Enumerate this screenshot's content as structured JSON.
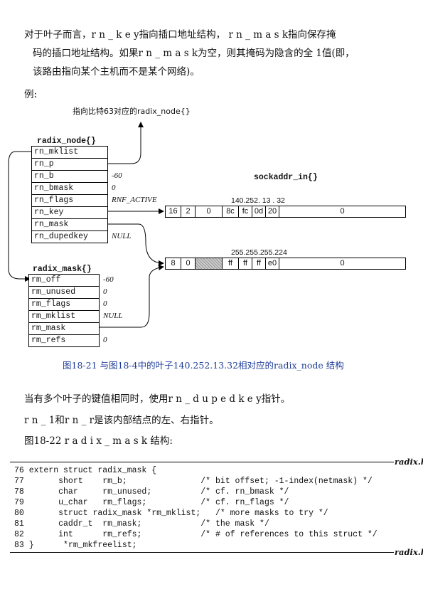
{
  "intro": {
    "line1": "对于叶子而言，r n _ k e y指向插口地址结构， r n _ m a s k指向保存掩",
    "line2": "码的插口地址结构。如果r n _ m a s k为空，则其掩码为隐含的全 1值(即，",
    "line3": "该路由指向某个主机而不是某个网络)。",
    "example": "例:"
  },
  "figure": {
    "top_note": "指向比特63对应的radix_node{}",
    "radix_node": {
      "title": "radix_node{}",
      "rows": [
        {
          "name": "rn_mklist",
          "value": ""
        },
        {
          "name": "rn_p",
          "value": ""
        },
        {
          "name": "rn_b",
          "value": "-60"
        },
        {
          "name": "rn_bmask",
          "value": "0"
        },
        {
          "name": "rn_flags",
          "value": "RNF_ACTIVE"
        },
        {
          "name": "rn_key",
          "value": ""
        },
        {
          "name": "rn_mask",
          "value": ""
        },
        {
          "name": "rn_dupedkey",
          "value": "NULL"
        }
      ]
    },
    "radix_mask": {
      "title": "radix_mask{}",
      "rows": [
        {
          "name": "rm_off",
          "value": "-60"
        },
        {
          "name": "rm_unused",
          "value": "0"
        },
        {
          "name": "rm_flags",
          "value": "0"
        },
        {
          "name": "rm_mklist",
          "value": "NULL"
        },
        {
          "name": "rm_mask",
          "value": ""
        },
        {
          "name": "rm_refs",
          "value": "0"
        }
      ]
    },
    "sockaddr": {
      "title": "sockaddr_in{}",
      "addr_label": "140.252. 13 . 32",
      "cells": [
        "16",
        "2",
        "0",
        "8c",
        "fc",
        "0d",
        "20",
        "0"
      ]
    },
    "mask": {
      "addr_label": "255.255.255.224",
      "cells": [
        "8",
        "0",
        "",
        "ff",
        "ff",
        "ff",
        "e0",
        "0"
      ]
    },
    "caption": "图18-21   与图18-4中的叶子140.252.13.32相对应的radix_node  结构"
  },
  "after": {
    "line1": "当有多个叶子的键值相同时，使用r n _ d u p e d k e y指针。",
    "line2": "r n _ 1和r n _ r是该内部结点的左、右指针。",
    "line3": "图18-22 r a d i x _ m a s k 结构:"
  },
  "code": {
    "file": "radix.h",
    "lines": [
      "76 extern struct radix_mask {",
      "77       short    rm_b;               /* bit offset; -1-index(netmask) */",
      "78       char     rm_unused;          /* cf. rn_bmask */",
      "79       u_char   rm_flags;           /* cf. rn_flags */",
      "80       struct radix_mask *rm_mklist;   /* more masks to try */",
      "81       caddr_t  rm_mask;            /* the mask */",
      "82       int      rm_refs;            /* # of references to this struct */",
      "83 }      *rm_mkfreelist;"
    ]
  }
}
